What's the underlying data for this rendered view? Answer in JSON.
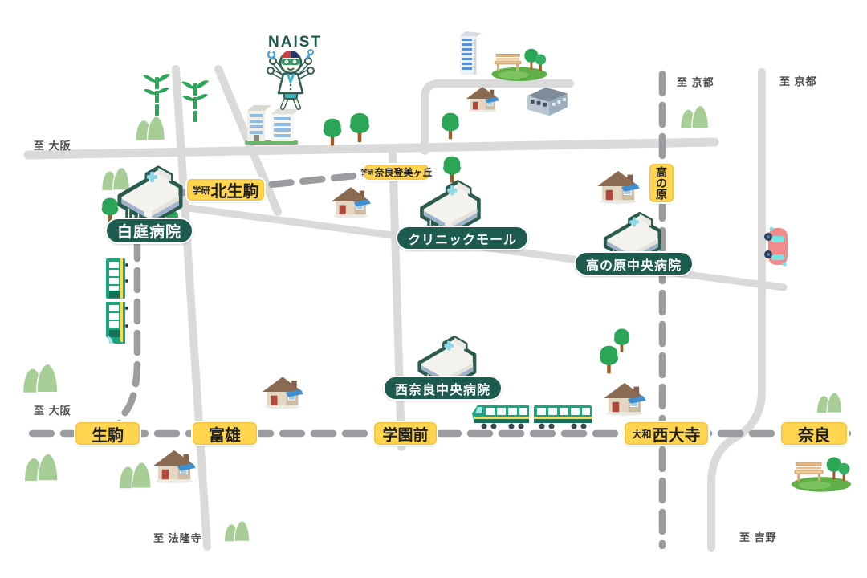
{
  "naist_label": "NAIST",
  "stations": [
    {
      "id": "gakken-kita-ikoma",
      "prefix": "学研",
      "name": "北生駒"
    },
    {
      "id": "gakken-nara-tomigaoka",
      "prefix": "学研",
      "name": "奈良登美ヶ丘"
    },
    {
      "id": "takanohara",
      "prefix": "",
      "name": "高の原"
    },
    {
      "id": "ikoma",
      "prefix": "",
      "name": "生駒"
    },
    {
      "id": "tomio",
      "prefix": "",
      "name": "富雄"
    },
    {
      "id": "gakuemmae",
      "prefix": "",
      "name": "学園前"
    },
    {
      "id": "yamato-saidaiji",
      "prefix": "大和",
      "name": "西大寺"
    },
    {
      "id": "nara",
      "prefix": "",
      "name": "奈良"
    }
  ],
  "hospitals": [
    {
      "id": "shiraniwa",
      "name": "白庭病院"
    },
    {
      "id": "clinic-mall",
      "name": "クリニックモール"
    },
    {
      "id": "takanohara-chuo",
      "name": "高の原中央病院"
    },
    {
      "id": "nishi-nara-chuo",
      "name": "西奈良中央病院"
    }
  ],
  "edge_labels": {
    "osaka_top": "至 大阪",
    "osaka_bottom": "至 大阪",
    "kyoto_left": "至 京都",
    "kyoto_right": "至 京都",
    "horyuji": "至 法隆寺",
    "yoshino": "至 吉野"
  },
  "colors": {
    "station_badge_bg": "#FFD550",
    "hospital_pill_bg": "#1D5B4F",
    "road_gray": "#DADADA",
    "rail_gray": "#9A9CA0",
    "tree_green": "#2BA556",
    "mountain_green": "#A8CE97",
    "hospital_cross_blue": "#8FD8EA",
    "train_green": "#1FA37C",
    "car_pink": "#F28B8B",
    "naist_text_green": "#1A5A4A"
  },
  "icons": [
    "naist-mascot-icon",
    "naist-building-icon",
    "hospital-building-icon",
    "tree-icon",
    "mountain-icon",
    "bamboo-icon",
    "house-icon",
    "office-tower-icon",
    "factory-icon",
    "park-bench-icon",
    "train-icon",
    "car-icon"
  ]
}
